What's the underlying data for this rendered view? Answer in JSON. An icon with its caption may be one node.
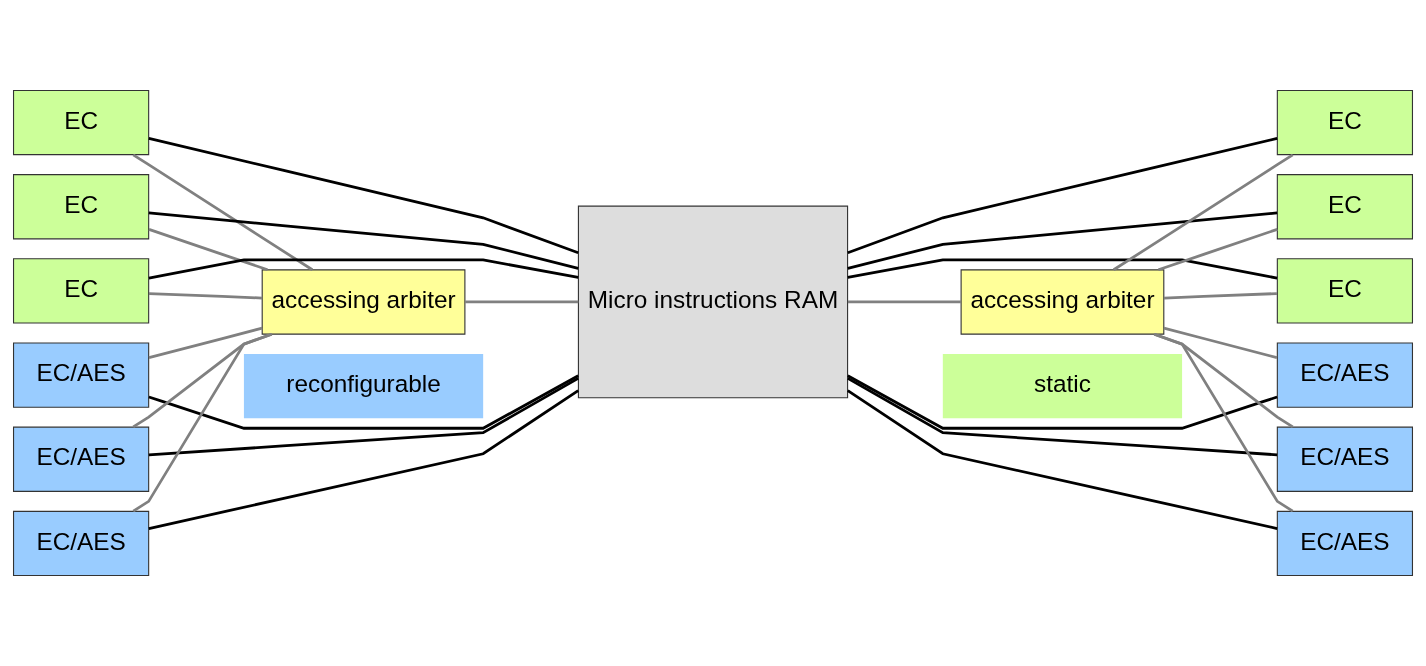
{
  "diagram": {
    "nodes": [
      {
        "text": [
          "EC"
        ]
      },
      {
        "text": [
          "EC"
        ]
      },
      {
        "text": [
          "EC"
        ]
      },
      {
        "text": [
          "EC/AES"
        ]
      },
      {
        "text": [
          "EC/AES"
        ]
      },
      {
        "text": [
          "EC/AES"
        ]
      },
      {
        "text": [
          "accessing arbiter"
        ]
      },
      {
        "text": [
          "Micro instructions RAM"
        ]
      },
      {
        "text": [
          "accessing arbiter"
        ]
      },
      {
        "text": [
          "EC"
        ]
      },
      {
        "text": [
          "EC"
        ]
      },
      {
        "text": [
          "EC"
        ]
      },
      {
        "text": [
          "EC/AES"
        ]
      },
      {
        "text": [
          "EC/AES"
        ]
      },
      {
        "text": [
          "EC/AES"
        ]
      }
    ],
    "edges": [
      {
        "from": 0,
        "to": 6,
        "arrow": "none"
      },
      {
        "from": 1,
        "to": 6,
        "arrow": "none"
      },
      {
        "from": 2,
        "to": 6,
        "arrow": "none"
      },
      {
        "from": 3,
        "to": 6,
        "arrow": "none"
      },
      {
        "from": 4,
        "to": 6,
        "arrow": "none"
      },
      {
        "from": 5,
        "to": 6,
        "arrow": "none"
      },
      {
        "from": 0,
        "to": 7,
        "arrow": "none",
        "color": "#000000"
      },
      {
        "from": 1,
        "to": 7,
        "arrow": "none",
        "color": "#000000"
      },
      {
        "from": 2,
        "to": 7,
        "arrow": "none",
        "color": "#000000"
      },
      {
        "from": 3,
        "to": 7,
        "arrow": "none",
        "color": "#000000"
      },
      {
        "from": 4,
        "to": 7,
        "arrow": "none",
        "color": "#000000"
      },
      {
        "from": 5,
        "to": 7,
        "arrow": "none",
        "color": "#000000"
      },
      {
        "from": 6,
        "to": 7,
        "arrow": "none"
      },
      {
        "from": 7,
        "to": 8,
        "arrow": "none"
      },
      {
        "from": 8,
        "to": 9,
        "arrow": "none"
      },
      {
        "from": 8,
        "to": 10,
        "arrow": "none"
      },
      {
        "from": 8,
        "to": 11,
        "arrow": "none"
      },
      {
        "from": 8,
        "to": 12,
        "arrow": "none"
      },
      {
        "from": 8,
        "to": 13,
        "arrow": "none"
      },
      {
        "from": 8,
        "to": 14,
        "arrow": "none"
      },
      {
        "from": 7,
        "to": 9,
        "arrow": "none",
        "color": "#000000"
      },
      {
        "from": 7,
        "to": 10,
        "arrow": "none",
        "color": "#000000"
      },
      {
        "from": 7,
        "to": 11,
        "arrow": "none",
        "color": "#000000"
      },
      {
        "from": 7,
        "to": 12,
        "arrow": "none",
        "color": "#000000"
      },
      {
        "from": 7,
        "to": 13,
        "arrow": "none",
        "color": "#000000"
      },
      {
        "from": 7,
        "to": 14,
        "arrow": "none",
        "color": "#000000"
      }
    ],
    "legend": [
      {
        "text": "reconfigurable",
        "color": "#99ccff"
      },
      {
        "text": "static",
        "color": "#ccff99"
      }
    ]
  }
}
